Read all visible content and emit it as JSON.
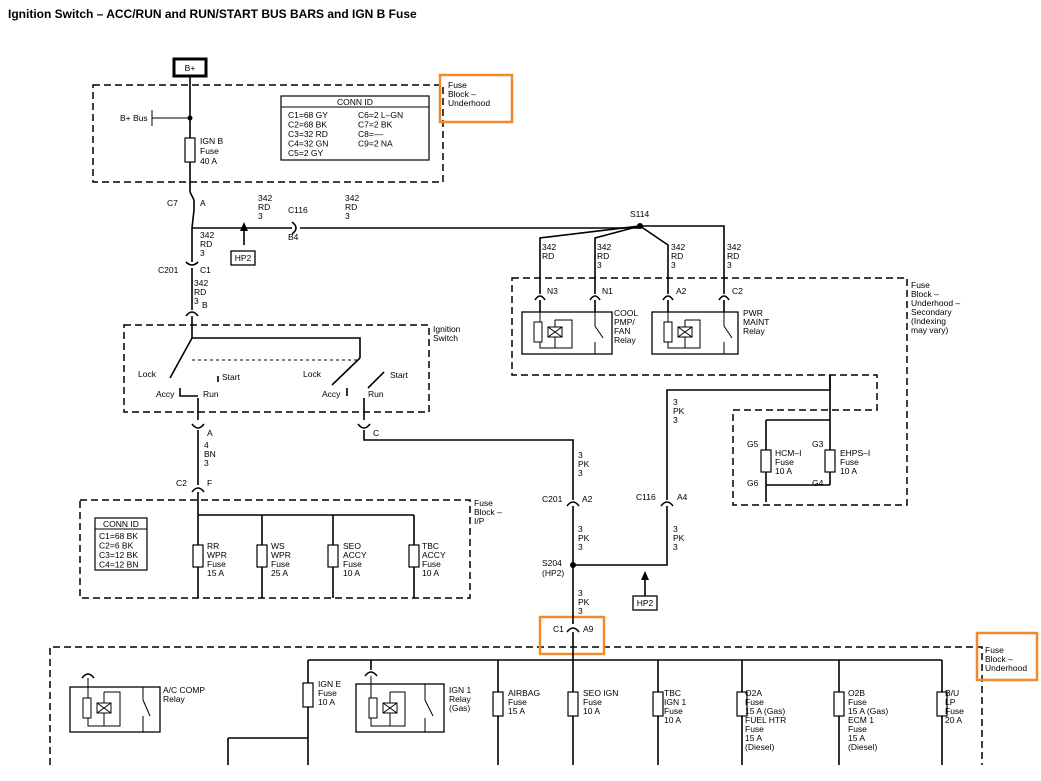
{
  "title": "Ignition Switch – ACC/RUN and RUN/START BUS BARS and IGN B Fuse",
  "highlight_color": "#f08a2c",
  "b_plus": "B+",
  "b_plus_bus": "B+ Bus",
  "ign_b_fuse": [
    "IGN B",
    "Fuse",
    "40 A"
  ],
  "fuse_block_underhood": [
    "Fuse",
    "Block –",
    "Underhood"
  ],
  "fuse_block_underhood_secondary": [
    "Fuse",
    "Block –",
    "Underhood –",
    "Secondary",
    "(Indexing",
    "may vary)"
  ],
  "fuse_block_ip": [
    "Fuse",
    "Block –",
    "I/P"
  ],
  "conn_id_title": "CONN ID",
  "underhood_conn_id": [
    "C1=68 GY",
    "C2=68 BK",
    "C3=32 RD",
    "C4=32 GN",
    "C5=2 GY",
    "C6=2 L–GN",
    "C7=2 BK",
    "C8=––",
    "C9=2 NA"
  ],
  "ip_conn_id": [
    "C1=68 BK",
    "C2=6 BK",
    "C3=12 BK",
    "C4=12 BN"
  ],
  "wire_342": [
    "342",
    "RD",
    "3"
  ],
  "wire_4bn": [
    "4",
    "BN",
    "3"
  ],
  "wire_3pk": [
    "3",
    "PK",
    "3"
  ],
  "connectors": {
    "c7": "C7",
    "a": "A",
    "c116": "C116",
    "b4": "B4",
    "hp2": "HP2",
    "c201": "C201",
    "c1": "C1",
    "b": "B",
    "s114": "S114",
    "n3": "N3",
    "n1": "N1",
    "a2": "A2",
    "c2": "C2",
    "f": "F",
    "c": "C",
    "a4": "A4",
    "s204": "S204",
    "s204_sub": "(HP2)",
    "a9": "A9",
    "g5": "G5",
    "g3": "G3",
    "g6": "G6",
    "g4": "G4"
  },
  "ignition_switch": [
    "Ignition",
    "Switch"
  ],
  "switch_positions": {
    "lock": "Lock",
    "start": "Start",
    "accy": "Accy",
    "run": "Run"
  },
  "relays": {
    "cool_fan": [
      "COOL",
      "PMP/",
      "FAN",
      "Relay"
    ],
    "pwr_maint": [
      "PWR",
      "MAINT",
      "Relay"
    ],
    "ac_comp": [
      "A/C COMP",
      "Relay"
    ],
    "ign1": [
      "IGN 1",
      "Relay",
      "(Gas)"
    ]
  },
  "secondary_fuses": {
    "hcm": [
      "HCM–I",
      "Fuse",
      "10 A"
    ],
    "ehps": [
      "EHPS–I",
      "Fuse",
      "10 A"
    ]
  },
  "ip_fuses": {
    "rr_wpr": [
      "RR",
      "WPR",
      "Fuse",
      "15 A"
    ],
    "ws_wpr": [
      "WS",
      "WPR",
      "Fuse",
      "25 A"
    ],
    "seo_accy": [
      "SEO",
      "ACCY",
      "Fuse",
      "10 A"
    ],
    "tbc_accy": [
      "TBC",
      "ACCY",
      "Fuse",
      "10 A"
    ]
  },
  "bottom_fuses": {
    "ign_e": [
      "IGN E",
      "Fuse",
      "10 A"
    ],
    "airbag": [
      "AIRBAG",
      "Fuse",
      "15 A"
    ],
    "seo_ign": [
      "SEO IGN",
      "Fuse",
      "10 A"
    ],
    "tbc_ign1": [
      "TBC",
      "IGN 1",
      "Fuse",
      "10 A"
    ],
    "o2a": [
      "O2A",
      "Fuse",
      "15 A (Gas)",
      "FUEL HTR",
      "Fuse",
      "15 A",
      "(Diesel)"
    ],
    "o2b": [
      "O2B",
      "Fuse",
      "15 A (Gas)",
      "ECM 1",
      "Fuse",
      "15 A",
      "(Diesel)"
    ],
    "bu_lp": [
      "B/U",
      "LP",
      "Fuse",
      "20 A"
    ]
  }
}
